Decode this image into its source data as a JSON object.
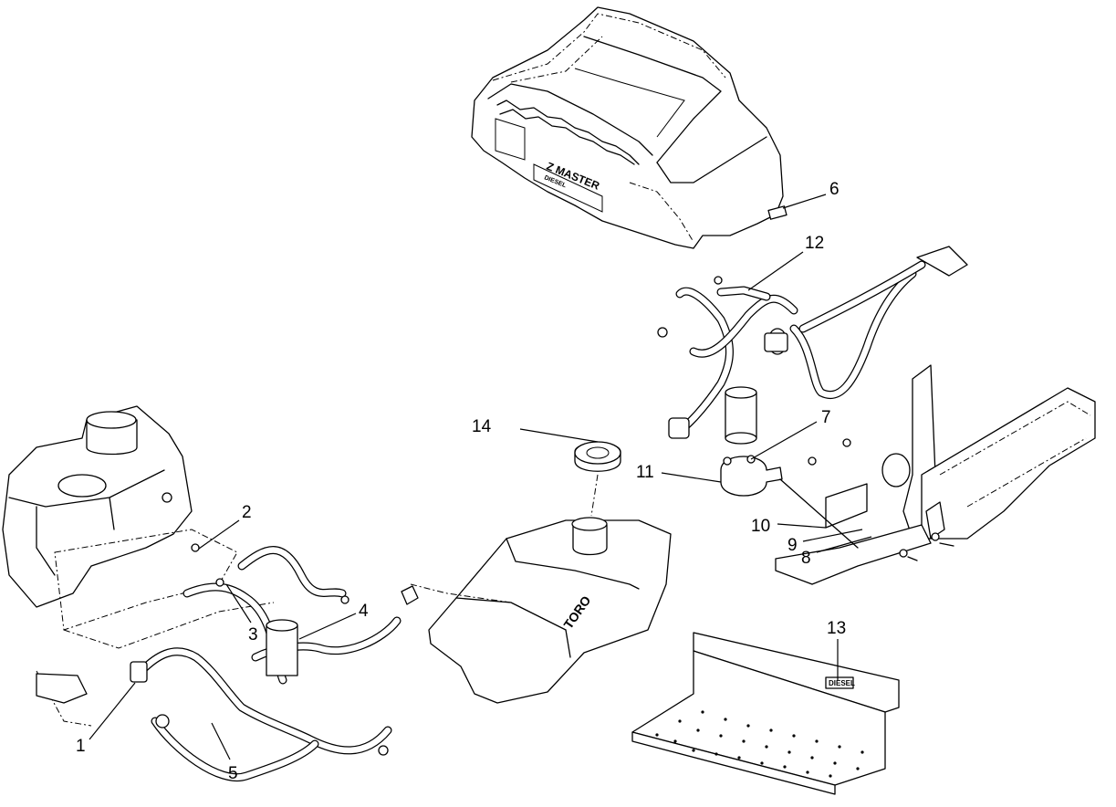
{
  "diagram": {
    "callouts": [
      {
        "id": "1",
        "label": "1"
      },
      {
        "id": "2",
        "label": "2"
      },
      {
        "id": "3",
        "label": "3"
      },
      {
        "id": "4",
        "label": "4"
      },
      {
        "id": "5",
        "label": "5"
      },
      {
        "id": "6",
        "label": "6"
      },
      {
        "id": "7",
        "label": "7"
      },
      {
        "id": "8",
        "label": "8"
      },
      {
        "id": "9",
        "label": "9"
      },
      {
        "id": "10",
        "label": "10"
      },
      {
        "id": "11",
        "label": "11"
      },
      {
        "id": "12",
        "label": "12"
      },
      {
        "id": "13",
        "label": "13"
      },
      {
        "id": "14",
        "label": "14"
      }
    ],
    "seat_pan_text": {
      "line1": "Z MASTER",
      "line2": "DIESEL"
    },
    "tank_logo_text": "TORO",
    "step_decal_text": "DIESEL"
  }
}
